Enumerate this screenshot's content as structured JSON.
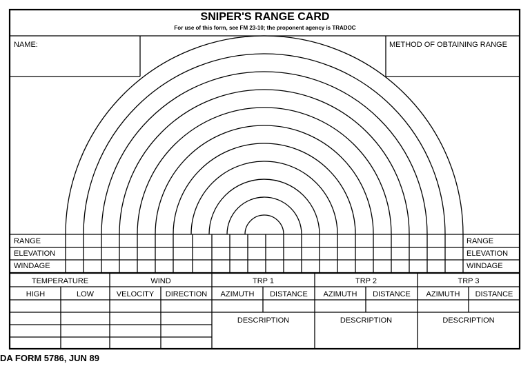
{
  "form": {
    "title": "SNIPER'S RANGE CARD",
    "subtitle": "For use of this form, see FM 23-10; the proponent agency is TRADOC",
    "name_label": "NAME:",
    "method_label": "METHOD OF OBTAINING RANGE",
    "form_id": "DA FORM 5786, JUN 89"
  },
  "rows": {
    "range": "RANGE",
    "elevation": "ELEVATION",
    "windage": "WINDAGE"
  },
  "bottom": {
    "temperature": "TEMPERATURE",
    "high": "HIGH",
    "low": "LOW",
    "wind": "WIND",
    "velocity": "VELOCITY",
    "direction": "DIRECTION",
    "trp1": "TRP 1",
    "trp2": "TRP 2",
    "trp3": "TRP 3",
    "azimuth": "AZIMUTH",
    "distance": "DISTANCE",
    "description": "DESCRIPTION"
  }
}
